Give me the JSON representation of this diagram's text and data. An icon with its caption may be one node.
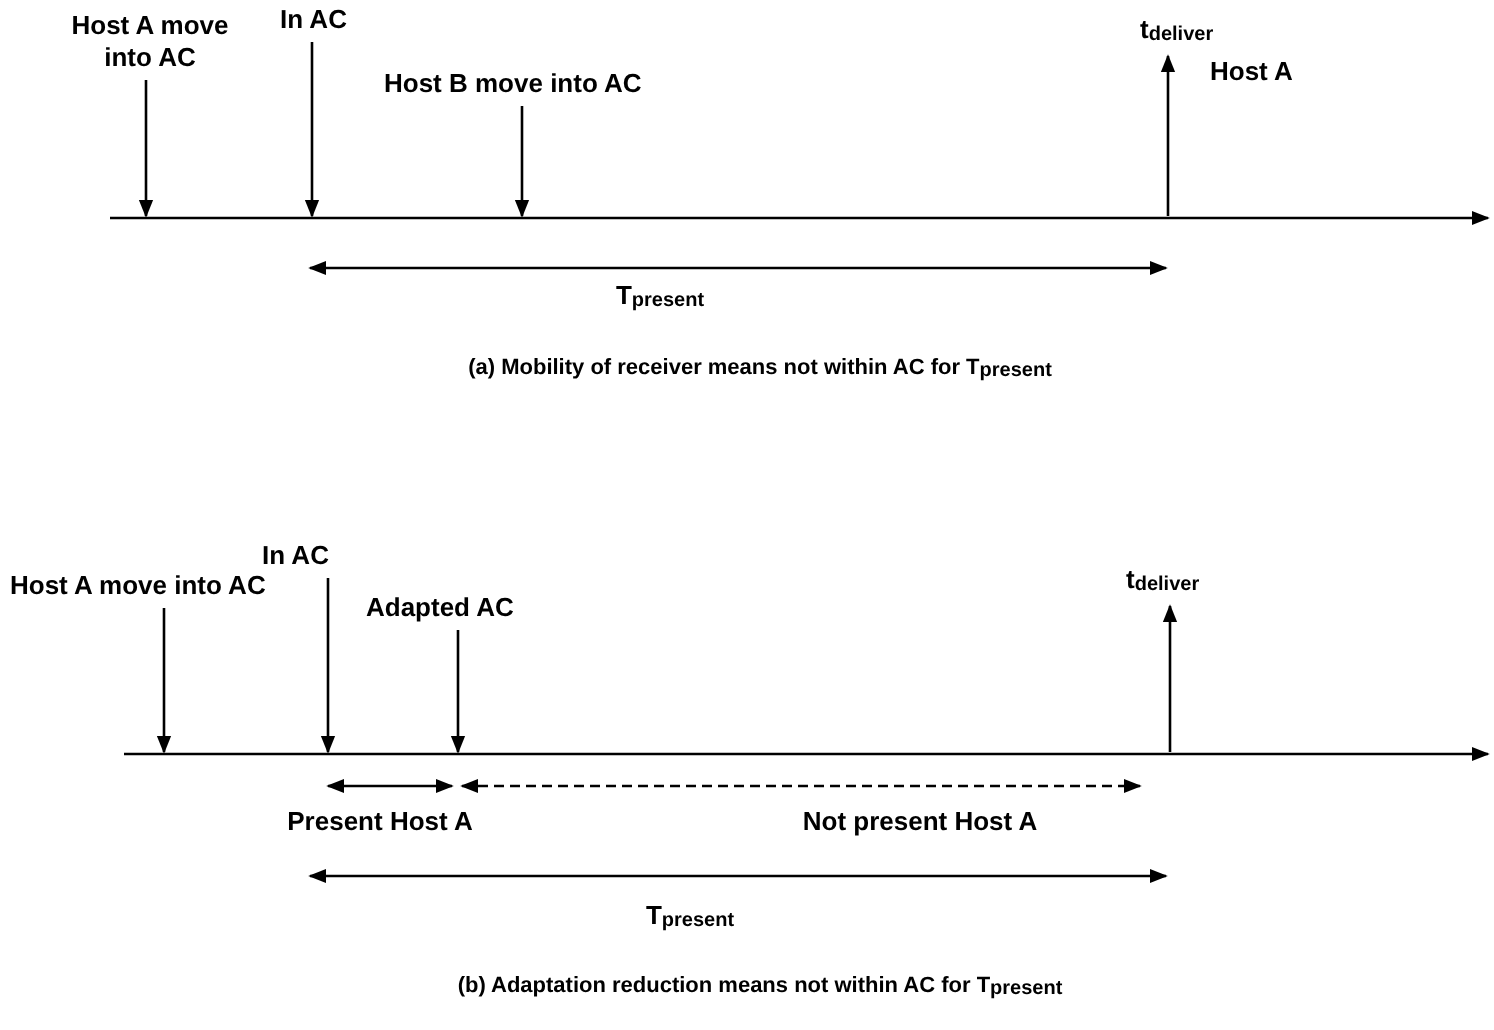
{
  "diagram": {
    "nodes": [
      {
        "text": [
          "Host A move into AC"
        ]
      },
      {
        "text": [
          "In AC"
        ]
      },
      {
        "text": [
          "Host B move into AC"
        ]
      },
      {
        "text": [
          "t$_{deliver}$"
        ]
      },
      {
        "text": [
          "Host A move into AC"
        ]
      },
      {
        "text": [
          "In AC"
        ]
      },
      {
        "text": [
          "Adapted AC"
        ]
      },
      {
        "text": [
          "t$_{deliver}$"
        ]
      }
    ],
    "edges": [
      {
        "from": 0,
        "to": null,
        "arrow": "to"
      },
      {
        "from": 1,
        "to": null,
        "arrow": "to"
      },
      {
        "from": 2,
        "to": null,
        "arrow": "to"
      },
      {
        "from": null,
        "to": 3,
        "arrow": "to"
      },
      {
        "from": 4,
        "to": null,
        "arrow": "to"
      },
      {
        "from": 5,
        "to": null,
        "arrow": "to"
      },
      {
        "from": 6,
        "to": null,
        "arrow": "to"
      },
      {
        "from": null,
        "to": 7,
        "arrow": "to"
      }
    ],
    "labels": [
      "Host A",
      "T$_{present}$",
      "(a) Mobility of receiver means not within AC for T$_{present}$",
      "Present Host A",
      "Not present Host A",
      "T$_{present}$",
      "(b) Adaptation reduction means not within AC for T$_{present}$"
    ]
  }
}
